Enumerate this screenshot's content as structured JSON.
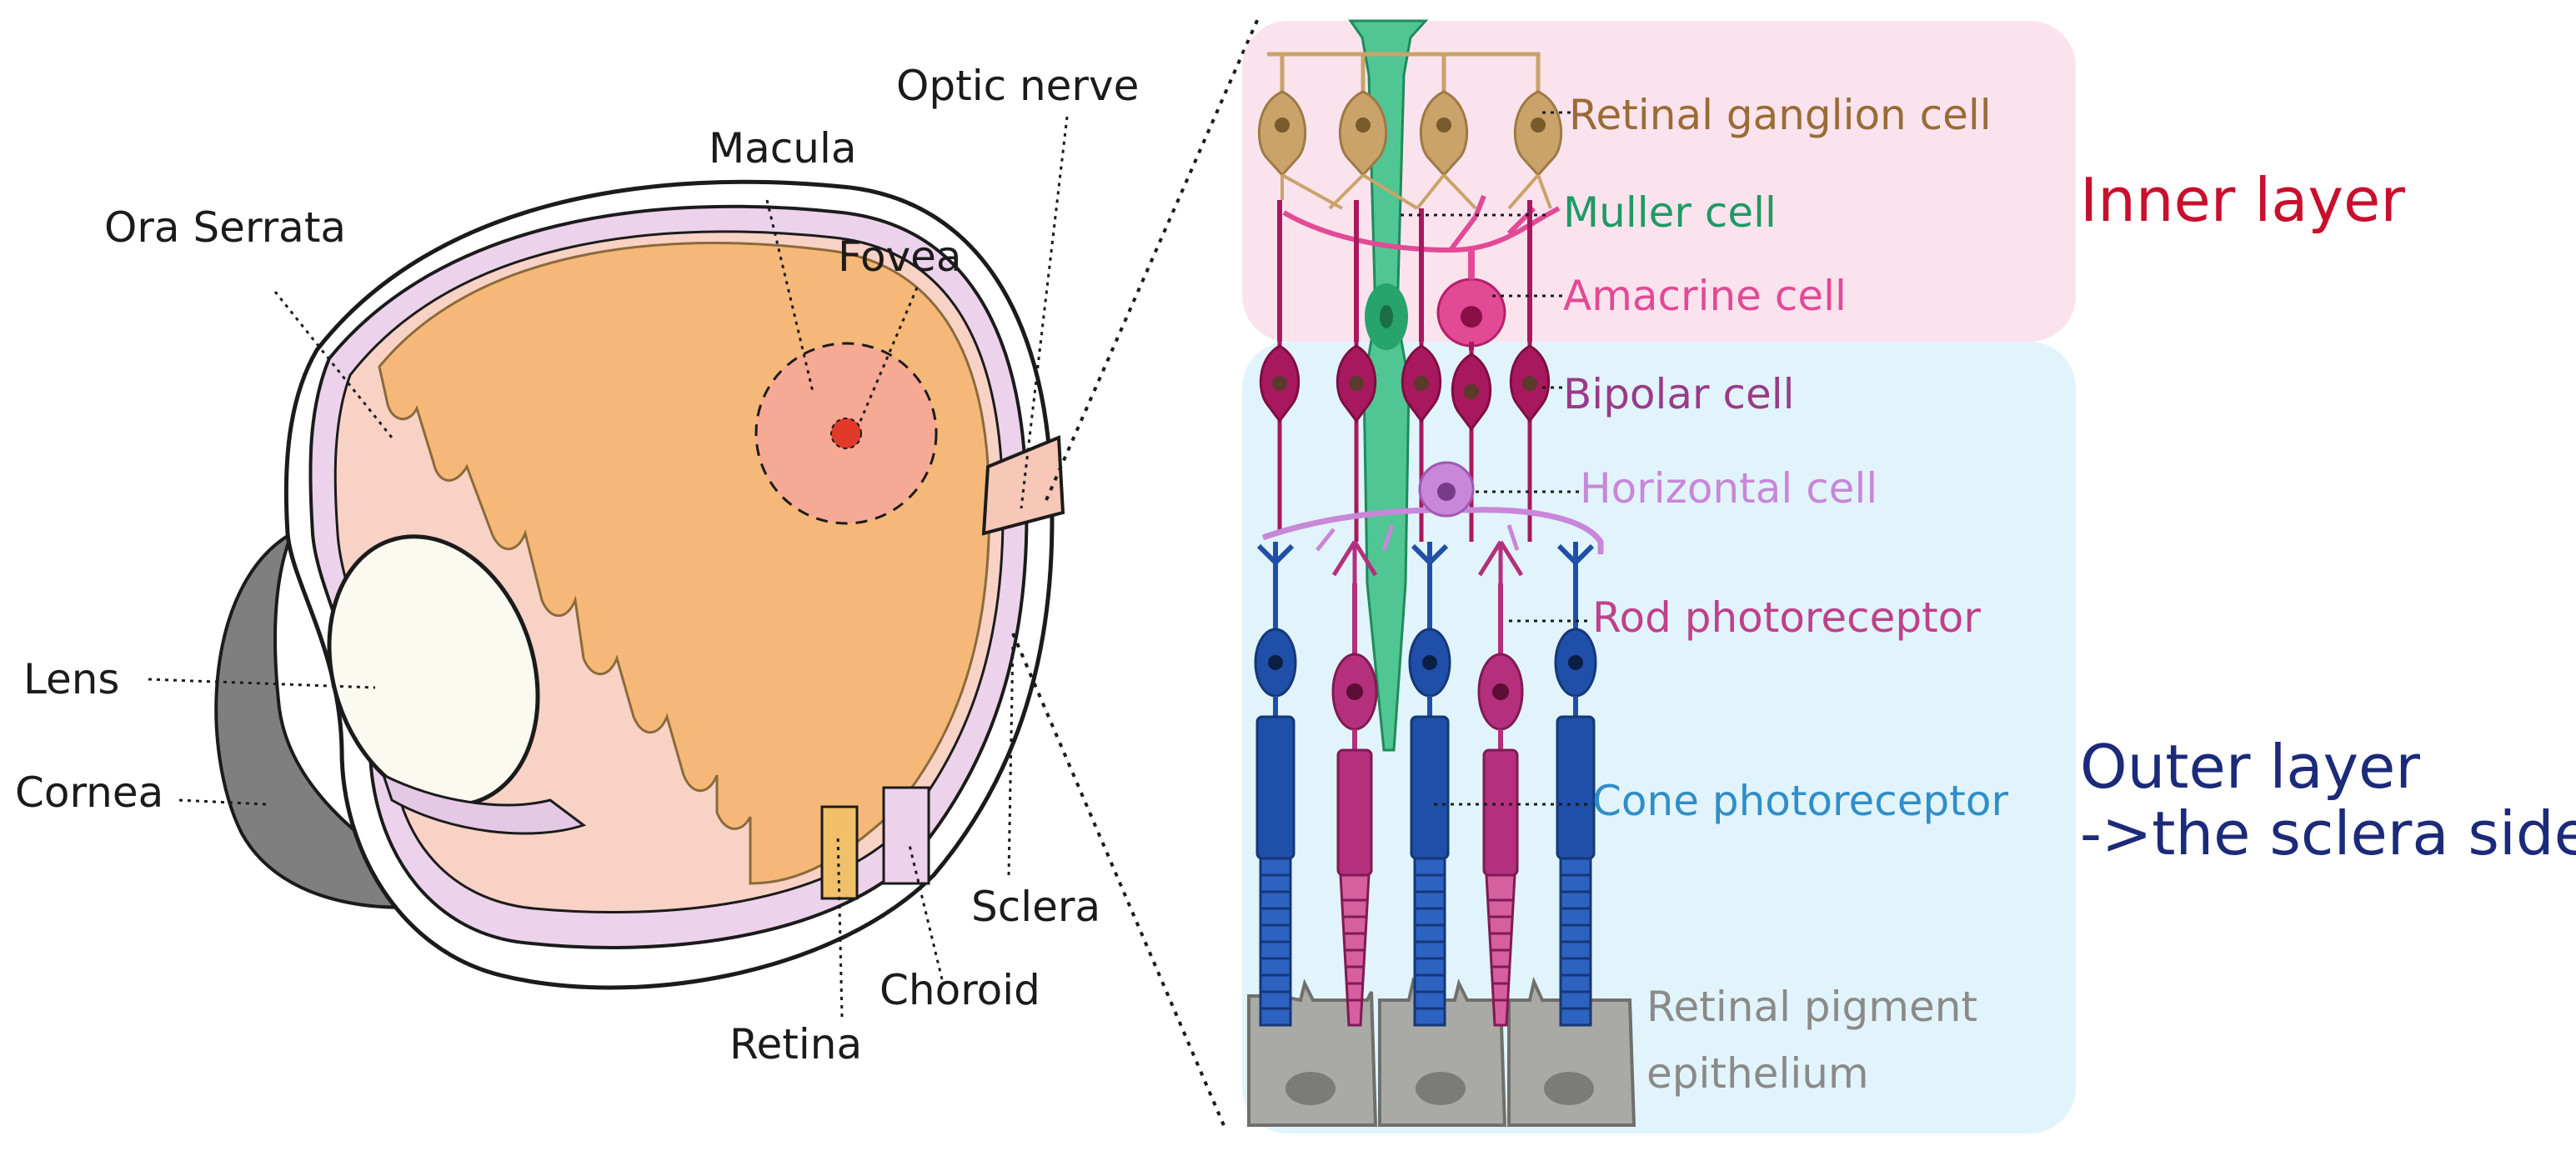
{
  "eye_labels": {
    "optic_nerve": "Optic nerve",
    "macula": "Macula",
    "fovea": "Fovea",
    "ora_serrata": "Ora Serrata",
    "lens": "Lens",
    "cornea": "Cornea",
    "sclera": "Sclera",
    "choroid": "Choroid",
    "retina": "Retina"
  },
  "cell_labels": {
    "retinal_ganglion_cell": "Retinal ganglion cell",
    "muller_cell": "Muller cell",
    "amacrine_cell": "Amacrine cell",
    "bipolar_cell": "Bipolar cell",
    "horizontal_cell": "Horizontal cell",
    "rod_photoreceptor": "Rod photoreceptor",
    "cone_photoreceptor": "Cone photoreceptor",
    "rpe_line1": "Retinal pigment",
    "rpe_line2": "epithelium"
  },
  "layer_labels": {
    "inner_layer": "Inner layer",
    "outer_layer_line1": "Outer layer",
    "outer_layer_line2": "->the sclera side"
  },
  "colors": {
    "inner_layer_bg": "#fbe3ee",
    "outer_layer_bg": "#e2f4fb",
    "ganglion": "#c9a36a",
    "muller": "#27a36c",
    "amacrine": "#e24a95",
    "bipolar": "#a8185e",
    "horizontal": "#c887d8",
    "rod": "#b4307d",
    "cone": "#1f4fa8",
    "rpe": "#a9a9a6",
    "vitreous": "#f5b878",
    "inner_layer_text": "#c8102e",
    "outer_layer_text": "#1c2a7a"
  }
}
